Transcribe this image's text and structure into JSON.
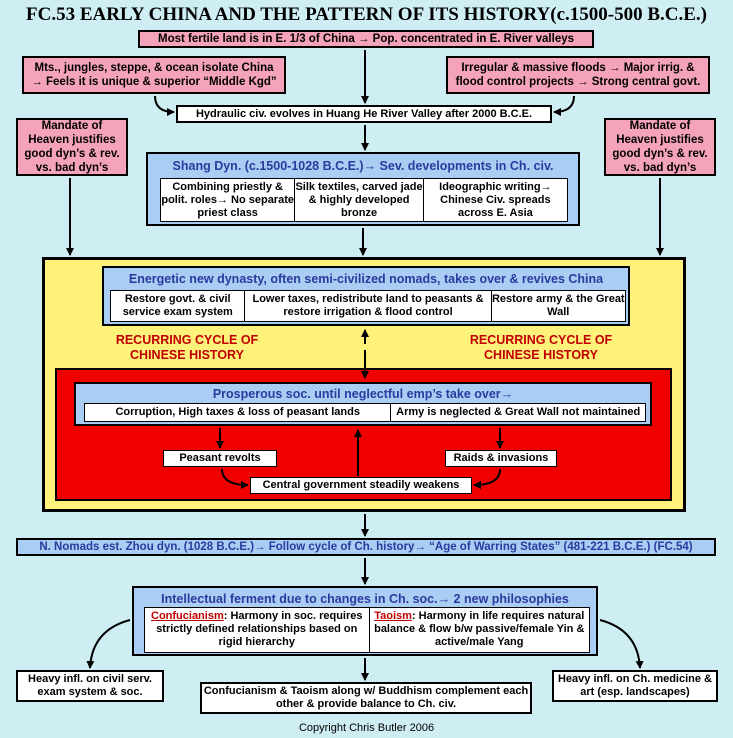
{
  "title": "FC.53 EARLY CHINA AND THE PATTERN OF ITS HISTORY(c.1500-500 B.C.E.)",
  "top_box": "Most fertile land is in E. 1/3 of China → Pop. concentrated in E. River valleys",
  "geo_isolation": "Mts., jungles, steppe, & ocean isolate China → Feels it is  unique & superior “Middle Kgd”",
  "floods": "Irregular & massive floods → Major irrig. & flood control projects → Strong central govt.",
  "hydraulic": "Hydraulic civ. evolves in Huang He River Valley after 2000 B.C.E.",
  "mandate_left": "Mandate of Heaven justifies good dyn’s & rev. vs. bad dyn’s",
  "mandate_right": "Mandate of Heaven justifies good dyn’s & rev. vs. bad dyn’s",
  "shang": {
    "title": "Shang Dyn. (c.1500-1028 B.C.E.)→ Sev. developments in Ch. civ.",
    "cells": [
      "Combining priestly & polit. roles→ No separate priest class",
      "Silk textiles, carved jade & highly developed bronze",
      "Ideographic writing→ Chinese Civ. spreads across E. Asia"
    ]
  },
  "new_dynasty": {
    "title": "Energetic new dynasty, often semi-civilized nomads, takes over & revives China",
    "cells": [
      "Restore govt. & civil service exam system",
      "Lower taxes, redistribute land to peasants & restore irrigation & flood control",
      "Restore army & the Great Wall"
    ]
  },
  "cycle_left": "RECURRING CYCLE OF CHINESE HISTORY",
  "cycle_right": "RECURRING CYCLE OF CHINESE HISTORY",
  "prosperous": {
    "title": "Prosperous soc. until neglectful emp’s take over→",
    "cells": [
      "Corruption, High taxes & loss of peasant lands",
      "Army is neglected & Great Wall not maintained"
    ]
  },
  "peasant_revolts": "Peasant revolts",
  "raids": "Raids & invasions",
  "weakens": "Central government steadily weakens",
  "zhou": "N. Nomads est. Zhou dyn. (1028 B.C.E.)→  Follow cycle of Ch. history→ “Age of Warring States” (481-221 B.C.E.) (FC.54)",
  "ferment": {
    "title": "Intellectual ferment due to changes in Ch. soc.→ 2 new philosophies",
    "conf_name": "Confucianism",
    "conf_text": ": Harmony in soc. requires strictly defined relationships based on rigid hierarchy",
    "tao_name": "Taoism",
    "tao_text": ": Harmony in life requires natural balance & flow b/w passive/female Yin & active/male Yang"
  },
  "civil_serv": "Heavy infl. on civil serv. exam system & soc.",
  "complement": "Confucianism & Taoism along w/ Buddhism complement each other &  provide balance to Ch. civ.",
  "medicine": "Heavy infl. on Ch. medicine & art (esp. landscapes)",
  "footer": "Copyright Chris Butler 2006",
  "colors": {
    "background": "#cfeef3",
    "pink": "#f4a3ba",
    "blue": "#a9cdf3",
    "yellow": "#fff27a",
    "red": "#f00000",
    "title_blue": "#2b3a9e",
    "cycle_red": "#c00000"
  }
}
